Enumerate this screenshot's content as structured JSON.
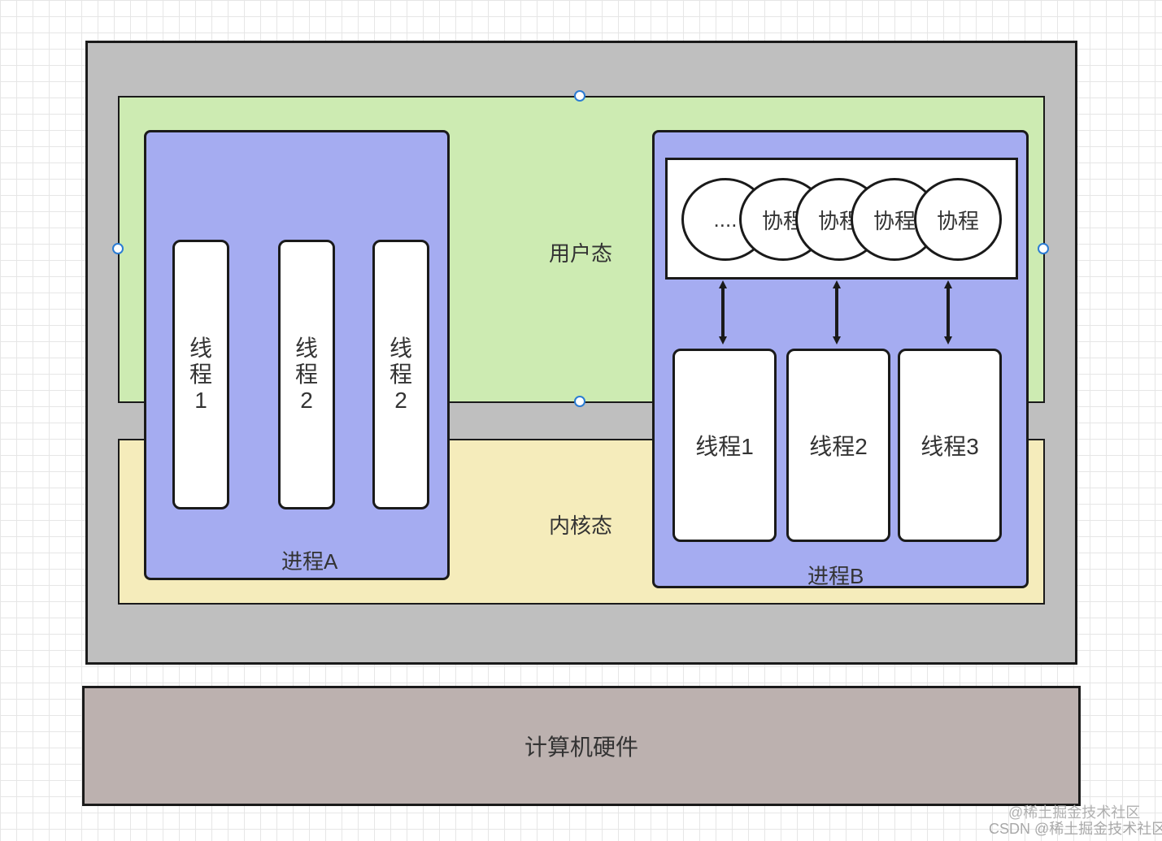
{
  "diagram": {
    "user_mode_label": "用户态",
    "kernel_mode_label": "内核态",
    "hardware_label": "计算机硬件",
    "process_a": {
      "label": "进程A",
      "threads": [
        {
          "chars": [
            "线",
            "程",
            "1"
          ]
        },
        {
          "chars": [
            "线",
            "程",
            "2"
          ]
        },
        {
          "chars": [
            "线",
            "程",
            "2"
          ]
        }
      ]
    },
    "process_b": {
      "label": "进程B",
      "coroutines": [
        "....",
        "协程",
        "协程",
        "协程",
        "协程"
      ],
      "threads": [
        "线程1",
        "线程2",
        "线程3"
      ]
    }
  },
  "watermarks": {
    "line1": "@稀土掘金技术社区",
    "line2": "CSDN @稀土掘金技术社区"
  },
  "colors": {
    "outer_frame": "#bfbfbf",
    "user_mode": "#cdebb2",
    "kernel_mode": "#f5ecbb",
    "process": "#a5acf1",
    "hardware": "#bcb1af",
    "selection_handle": "#2b7cd3"
  }
}
